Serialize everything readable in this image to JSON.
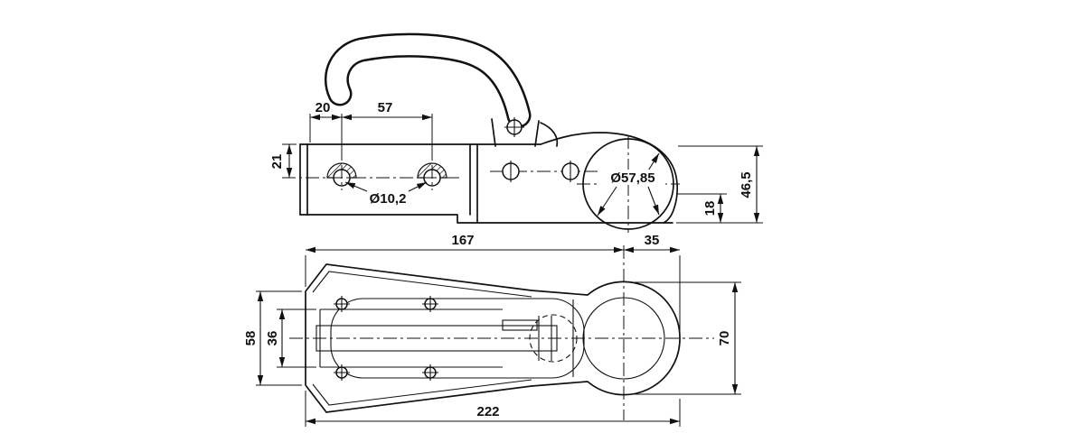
{
  "drawing": {
    "colors": {
      "ink": "#111111",
      "background": "#ffffff"
    },
    "side_view": {
      "dim_flange_to_hole": "20",
      "dim_hole_spacing": "57",
      "dim_top_to_hole_center": "21",
      "dim_hole_diameter": "Ø10,2",
      "dim_ball_diameter": "Ø57,85",
      "dim_overall_height": "46,5",
      "dim_ball_center_height": "18"
    },
    "plan_view": {
      "dim_length_to_ball_center": "167",
      "dim_ball_center_to_end": "35",
      "dim_body_width": "58",
      "dim_channel_width": "36",
      "dim_head_width": "70",
      "dim_overall_length": "222"
    }
  }
}
